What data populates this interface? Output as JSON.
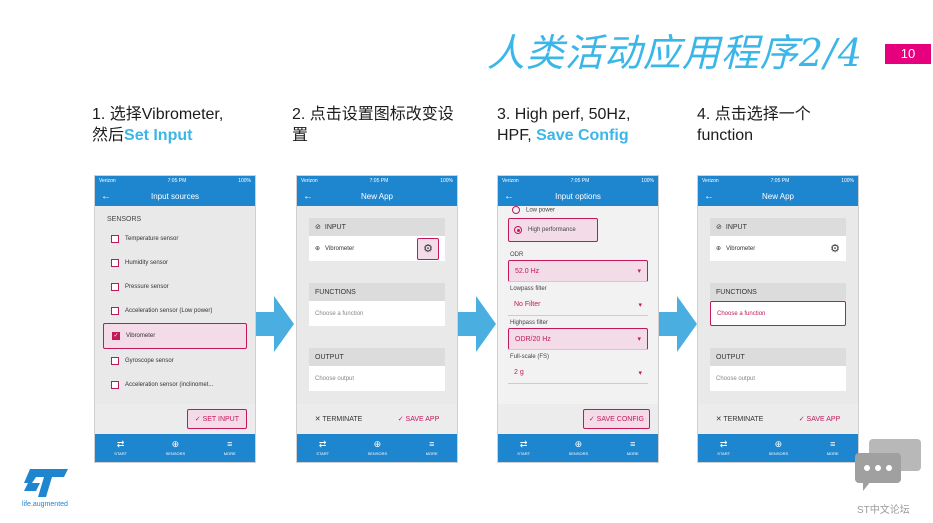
{
  "slide": {
    "title": "人类活动应用程序2/4",
    "page_number": "10"
  },
  "steps": [
    {
      "pre": "1. 选择Vibrometer,",
      "line2_pre": "然后",
      "highlight": "Set Input"
    },
    {
      "pre": "2. 点击设置图标改变设",
      "line2_pre": "置",
      "highlight": ""
    },
    {
      "pre": "3. High perf, 50Hz,",
      "line2_pre": "HPF, ",
      "highlight": "Save Config"
    },
    {
      "pre": "4. 点击选择一个",
      "line2_pre": "function",
      "highlight": ""
    }
  ],
  "status_bar": {
    "carrier": "Verizon",
    "time": "7:05 PM",
    "battery": "100%"
  },
  "bottom_nav": [
    {
      "label": "START",
      "icon": "swap-icon"
    },
    {
      "label": "SENSORS",
      "icon": "globe-icon"
    },
    {
      "label": "MORE",
      "icon": "menu-icon"
    }
  ],
  "phone1": {
    "title": "Input sources",
    "section": "SENSORS",
    "sensors": [
      {
        "label": "Temperature sensor",
        "checked": false
      },
      {
        "label": "Humidity sensor",
        "checked": false
      },
      {
        "label": "Pressure sensor",
        "checked": false
      },
      {
        "label": "Acceleration sensor (Low power)",
        "checked": false
      },
      {
        "label": "Vibrometer",
        "checked": true
      },
      {
        "label": "Gyroscope sensor",
        "checked": false
      },
      {
        "label": "Acceleration sensor (inclinomet...",
        "checked": false
      }
    ],
    "action": "SET INPUT"
  },
  "phone2": {
    "title": "New App",
    "input_header": "INPUT",
    "input_value": "Vibrometer",
    "functions_header": "FUNCTIONS",
    "functions_placeholder": "Choose a function",
    "output_header": "OUTPUT",
    "output_placeholder": "Choose output",
    "terminate": "TERMINATE",
    "save": "SAVE APP"
  },
  "phone3": {
    "title": "Input options",
    "low_power": "Low power",
    "high_perf": "High performance",
    "odr_label": "ODR",
    "odr_value": "52.0 Hz",
    "lowpass_label": "Lowpass filter",
    "lowpass_value": "No Filter",
    "highpass_label": "Highpass filter",
    "highpass_value": "ODR/20 Hz",
    "fs_label": "Full-scale (FS)",
    "fs_value": "2 g",
    "action": "SAVE CONFIG"
  },
  "phone4": {
    "title": "New App",
    "input_header": "INPUT",
    "input_value": "Vibrometer",
    "functions_header": "FUNCTIONS",
    "functions_placeholder": "Choose a function",
    "output_header": "OUTPUT",
    "output_placeholder": "Choose output",
    "terminate": "TERMINATE",
    "save": "SAVE APP"
  },
  "footer": {
    "logo_tagline": "life.augmented",
    "forum": "ST中文论坛"
  },
  "colors": {
    "accent": "#1d86cf",
    "highlight": "#c2185b",
    "title": "#3bb6e8",
    "page_badge": "#e6007e"
  }
}
